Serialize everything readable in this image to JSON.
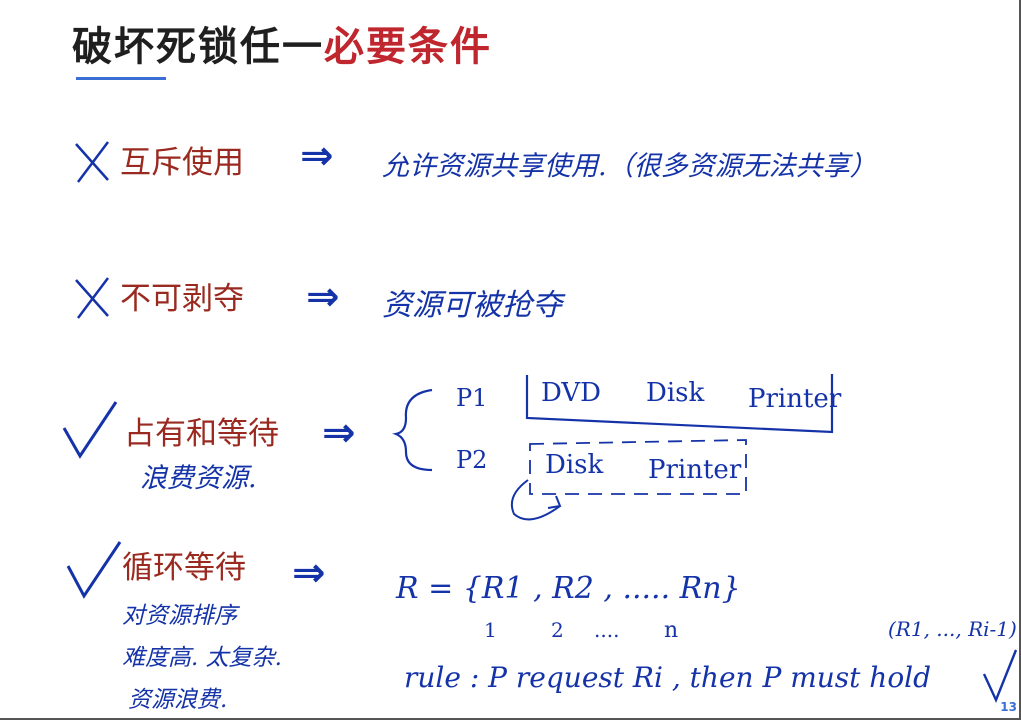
{
  "title": {
    "prefix": "破坏死锁任一",
    "highlight": "必要条件"
  },
  "conditions": [
    {
      "name": "互斥使用",
      "status": "cross",
      "note": "允许资源共享使用.（很多资源无法共享）"
    },
    {
      "name": "不可剥夺",
      "status": "cross",
      "note": "资源可被抢夺"
    },
    {
      "name": "占有和等待",
      "status": "check",
      "sub": "浪费资源."
    },
    {
      "name": "循环等待",
      "status": "check",
      "sub": [
        "对资源排序",
        "难度高. 太复杂.",
        "资源浪费."
      ]
    }
  ],
  "arrow": "⇒",
  "hold_wait": {
    "p1_label": "P1",
    "p1_resources": [
      "DVD",
      "Disk",
      "Printer"
    ],
    "p2_label": "P2",
    "p2_resources": [
      "Disk",
      "Printer"
    ]
  },
  "circular": {
    "set": "R = {R1 , R2 , ..... Rn}",
    "index": [
      "1",
      "2",
      "....",
      "n"
    ],
    "rule": "rule :  P request  Ri ,  then P must hold",
    "held": "(R1, ..., Ri-1)"
  },
  "colors": {
    "title_red": "#c0262d",
    "condition": "#9a2a20",
    "ink": "#1533a8",
    "accent": "#3b6fd6"
  },
  "page_number": "13"
}
